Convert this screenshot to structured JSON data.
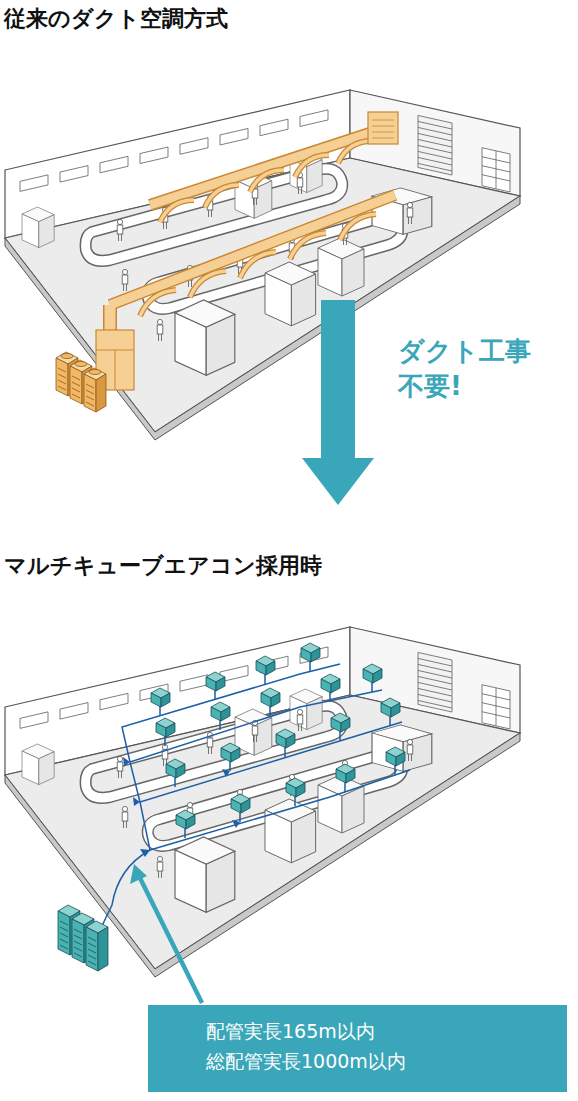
{
  "diagram": {
    "nodes": [
      {
        "text": [
          "配管実長165m以内",
          "総配管実長1000m以内"
        ]
      }
    ],
    "labels": [
      "従来のダクト空調方式",
      "ダクト工事 不要!",
      "マルチキューブエアコン採用時"
    ]
  }
}
